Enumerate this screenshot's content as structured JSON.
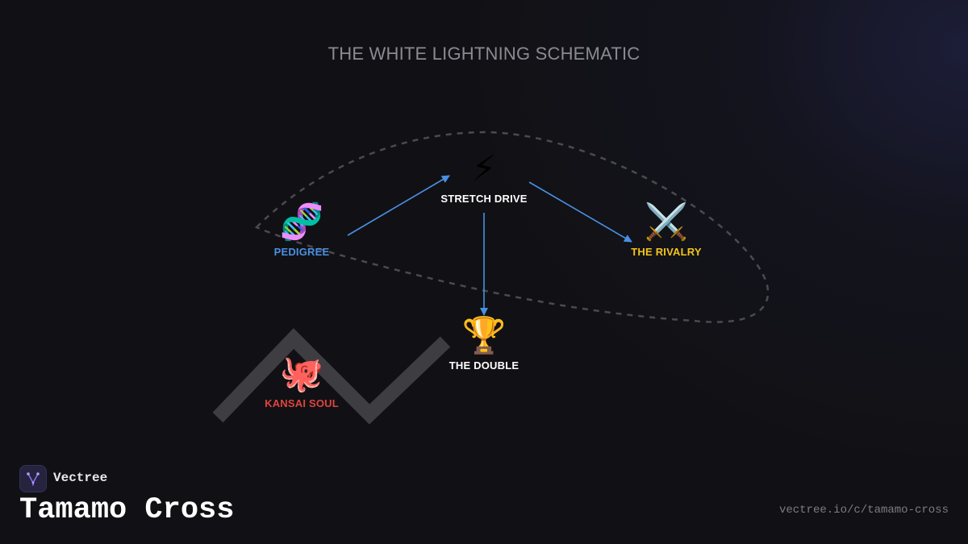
{
  "diagram": {
    "title": "THE WHITE LIGHTNING SCHEMATIC",
    "nodes": [
      {
        "id": "stretch-drive",
        "icon": "⚡",
        "icon_name": "lightning-bolt-icon",
        "label": "STRETCH DRIVE",
        "color": "#ffffff"
      },
      {
        "id": "pedigree",
        "icon": "🧬",
        "icon_name": "dna-icon",
        "label": "PEDIGREE",
        "color": "#4a90e2"
      },
      {
        "id": "the-rivalry",
        "icon": "⚔️",
        "icon_name": "crossed-swords-icon",
        "label": "THE RIVALRY",
        "color": "#f5c518"
      },
      {
        "id": "the-double",
        "icon": "🏆",
        "icon_name": "trophy-icon",
        "label": "THE DOUBLE",
        "color": "#ffffff"
      },
      {
        "id": "kansai-soul",
        "icon": "🐙",
        "icon_name": "octopus-icon",
        "label": "KANSAI SOUL",
        "color": "#e0443e"
      }
    ],
    "edges": [
      {
        "from": "pedigree",
        "to": "stretch-drive"
      },
      {
        "from": "stretch-drive",
        "to": "the-rivalry"
      },
      {
        "from": "stretch-drive",
        "to": "the-double"
      }
    ],
    "colors": {
      "arrow": "#4a90e2",
      "dashed_loop": "#4a4a4f",
      "zigzag": "#3d3d42",
      "background": "#111115"
    }
  },
  "footer": {
    "brand_name": "Vectree",
    "brand_icon": "vectree-logo-icon",
    "page_title": "Tamamo Cross",
    "url": "vectree.io/c/tamamo-cross"
  }
}
